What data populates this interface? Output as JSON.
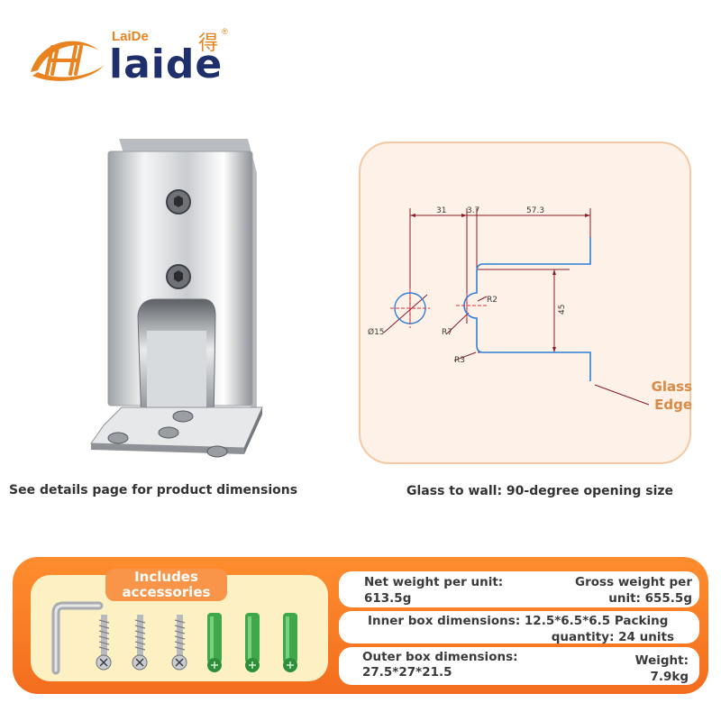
{
  "logo": {
    "small_text": "LaiDe",
    "cn_char": "得",
    "registered": "®",
    "big_text": "laide",
    "brand_colors": {
      "orange": "#e8831f",
      "navy": "#1f2f6b"
    }
  },
  "product": {
    "caption": "See details page for product dimensions",
    "image": "stainless-glass-to-wall-hinge"
  },
  "drawing": {
    "caption": "Glass to wall: 90-degree opening size",
    "dimensions": {
      "d1": "31",
      "d2": "3.7",
      "d3": "57.3",
      "height": "45",
      "r2": "R2",
      "r7": "R7",
      "r3": "R3",
      "dia": "Ø15"
    },
    "glass_edge": [
      "Glass",
      "Edge"
    ],
    "colors": {
      "panel_bg": "#fef1e8",
      "panel_border": "#f6c8a2",
      "profile": "#2f7fd6",
      "dimension": "#8b1a2a",
      "glass_edge": "#d98a47"
    }
  },
  "accessories": {
    "title_line1": "Includes",
    "title_line2": "accessories",
    "items": [
      "allen-key",
      "screw",
      "screw",
      "screw",
      "wall-plug",
      "wall-plug",
      "wall-plug"
    ]
  },
  "specs": {
    "net_weight_label": "Net weight per unit:",
    "net_weight_value": "613.5g",
    "gross_weight_label": "Gross weight per",
    "gross_weight_value": "unit: 655.5g",
    "inner_box_label": "Inner box dimensions: 12.5*6.5*6.5 Packing",
    "inner_box_value": "quantity: 24 units",
    "outer_box_label": "Outer box dimensions:",
    "outer_box_value": "27.5*27*21.5",
    "weight_label": "Weight:",
    "weight_value": "7.9kg"
  },
  "banner_colors": {
    "orange": "#f36d1e",
    "cream": "#fdf0c2"
  }
}
